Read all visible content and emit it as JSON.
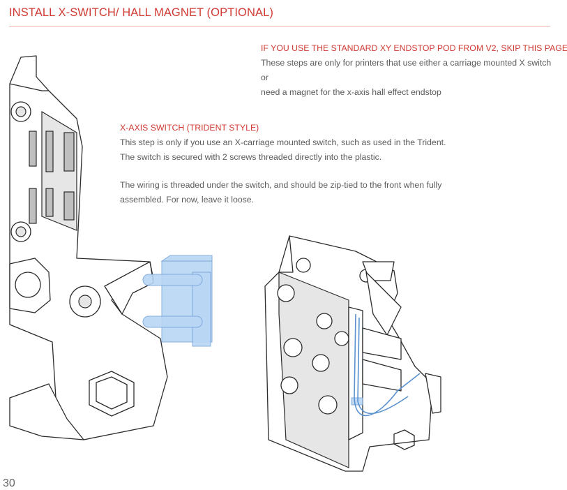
{
  "page": {
    "title": "INSTALL X-SWITCH/ HALL MAGNET (OPTIONAL)",
    "page_number": "30"
  },
  "notice": {
    "heading": "IF YOU USE THE STANDARD XY ENDSTOP POD FROM V2, SKIP THIS PAGE",
    "body": "These steps are only for printers that use either a carriage mounted X switch or\nneed a magnet for the x-axis hall effect endstop"
  },
  "x_axis_switch": {
    "heading": "X-AXIS SWITCH (TRIDENT STYLE)",
    "paragraph_1": "This step is only if you use an X-carriage mounted switch, such as used in the Trident.\nThe switch is secured with 2 screws threaded directly into the plastic.",
    "paragraph_2": "The wiring is threaded under the switch, and should be zip-tied to the front when fully\nassembled.  For now, leave it loose."
  },
  "colors": {
    "accent": "#d13b33",
    "body_text": "#5a5a5a",
    "highlight_part": "#b9d6f5"
  }
}
